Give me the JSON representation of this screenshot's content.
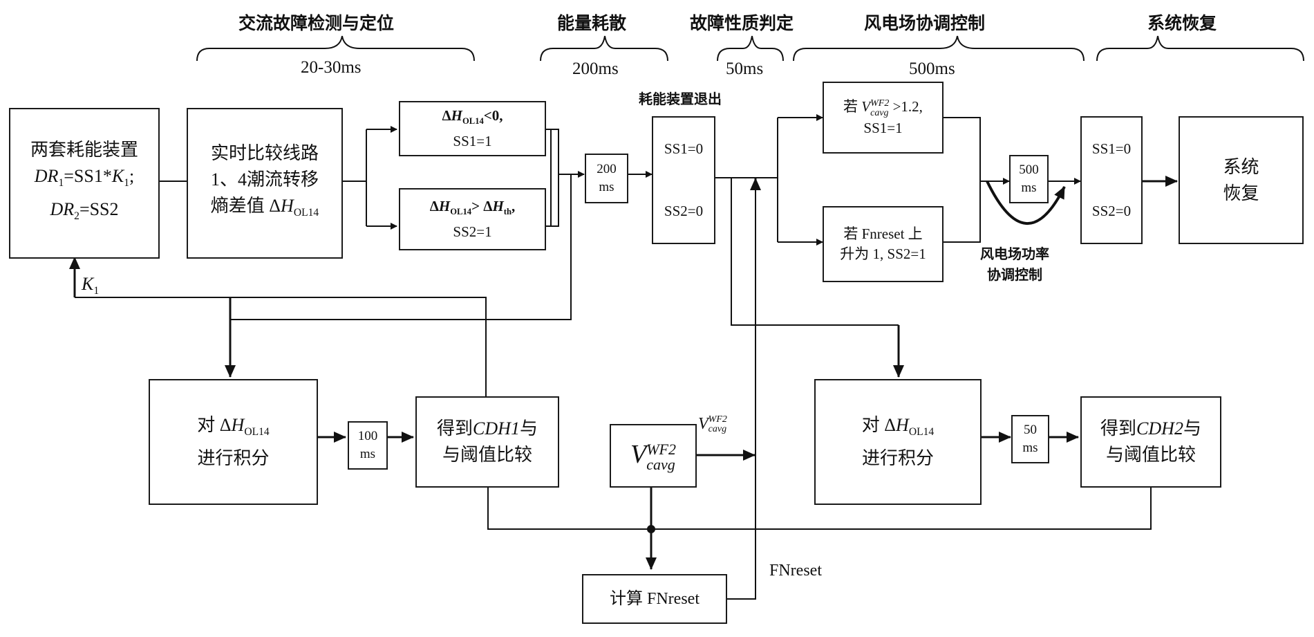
{
  "phases": [
    {
      "title": "交流故障检测与定位",
      "duration": "20-30ms"
    },
    {
      "title": "能量耗散",
      "duration": "200ms"
    },
    {
      "title": "故障性质判定",
      "duration": "50ms"
    },
    {
      "title": "风电场协调控制",
      "duration": "500ms"
    },
    {
      "title": "系统恢复",
      "duration": ""
    }
  ],
  "boxes": {
    "dr": {
      "line1": "两套耗能装置",
      "dr1_a": "DR",
      "dr1_sub": "1",
      "dr1_b": "=SS1*",
      "dr1_k": "K",
      "dr1_ksub": "1",
      "dr1_c": ";",
      "dr2_a": "DR",
      "dr2_sub": "2",
      "dr2_b": "=SS2"
    },
    "compare": {
      "line1": "实时比较线路",
      "line2": "1、4潮流转移",
      "line3_a": "熵差值 Δ",
      "line3_h": "H",
      "line3_sub": "OL14"
    },
    "cond1": {
      "a": "Δ",
      "h": "H",
      "sub": "OL14",
      "b": "<0,",
      "ss": "SS1=1"
    },
    "cond2": {
      "a": "Δ",
      "h": "H",
      "sub": "OL14",
      "b": "> Δ",
      "h2": "H",
      "sub2": "th",
      "c": ",",
      "ss": "SS2=1"
    },
    "delay200": {
      "value": "200",
      "unit": "ms"
    },
    "ss_exit": {
      "ss1": "SS1=0",
      "ss2": "SS2=0"
    },
    "wf_cond1": {
      "ruo": "若",
      "v": "V",
      "sup": "WF2",
      "sub": "cavg",
      "tail": ">1.2,",
      "ss": "SS1=1"
    },
    "wf_cond2": {
      "line1": "若 Fnreset 上",
      "line2": "升为 1, SS2=1"
    },
    "delay500": {
      "value": "500",
      "unit": "ms"
    },
    "ss_rec": {
      "ss1": "SS1=0",
      "ss2": "SS2=0"
    },
    "recover": {
      "line1": "系统",
      "line2": "恢复"
    },
    "integ1": {
      "line1_a": "对 Δ",
      "line1_h": "H",
      "line1_sub": "OL14",
      "line2": "进行积分"
    },
    "delay100": {
      "value": "100",
      "unit": "ms"
    },
    "cdh1": {
      "line1_a": "得到",
      "line1_it": "CDH1",
      "line1_b": "与",
      "line2": "与阈值比较"
    },
    "vcavg": {
      "v": "V",
      "sup": "WF2",
      "sub": "cavg"
    },
    "integ2": {
      "line1_a": "对 Δ",
      "line1_h": "H",
      "line1_sub": "OL14",
      "line2": "进行积分"
    },
    "delay50": {
      "value": "50",
      "unit": "ms"
    },
    "cdh2": {
      "line1_a": "得到",
      "line1_it": "CDH2",
      "line1_b": "与",
      "line2": "与阈值比较"
    },
    "fnreset_calc": {
      "label": "计算 FNreset"
    }
  },
  "labels": {
    "exit": "耗能装置退出",
    "coord_line1": "风电场功率",
    "coord_line2": "协调控制",
    "k1": "K",
    "k1_sub": "1",
    "vlabel_v": "V",
    "vlabel_sup": "WF2",
    "vlabel_sub": "cavg",
    "fnreset": "FNreset"
  }
}
